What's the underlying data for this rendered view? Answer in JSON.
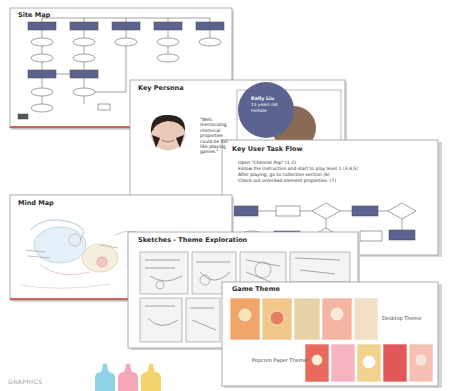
{
  "diagram": {
    "nodes": [
      {
        "text": [
          "Site Map"
        ]
      },
      {
        "text": [
          "Key Persona",
          "\"Well, memorizing chemical properties could be fun like playing games.\""
        ]
      },
      {
        "text": [
          "Kelly Liu",
          "15 years old",
          "Female"
        ],
        "in": 1
      },
      {
        "text": [
          "Key User Task Flow",
          "Open \"Chemist Pop\" (1-2)",
          "Follow the instruction and start to play level 1 (3,4,5)",
          "After playing, go to collection section (6)",
          "Check out unlocked element properties. (7)"
        ]
      },
      {
        "text": [
          "Mind Map"
        ]
      },
      {
        "text": [
          "Sketches - Theme Exploration"
        ]
      },
      {
        "text": [
          "Game Theme",
          "Desktop Theme",
          "Popcorn Paper Theme"
        ]
      }
    ],
    "labels": [
      "GRAPHICS"
    ]
  }
}
